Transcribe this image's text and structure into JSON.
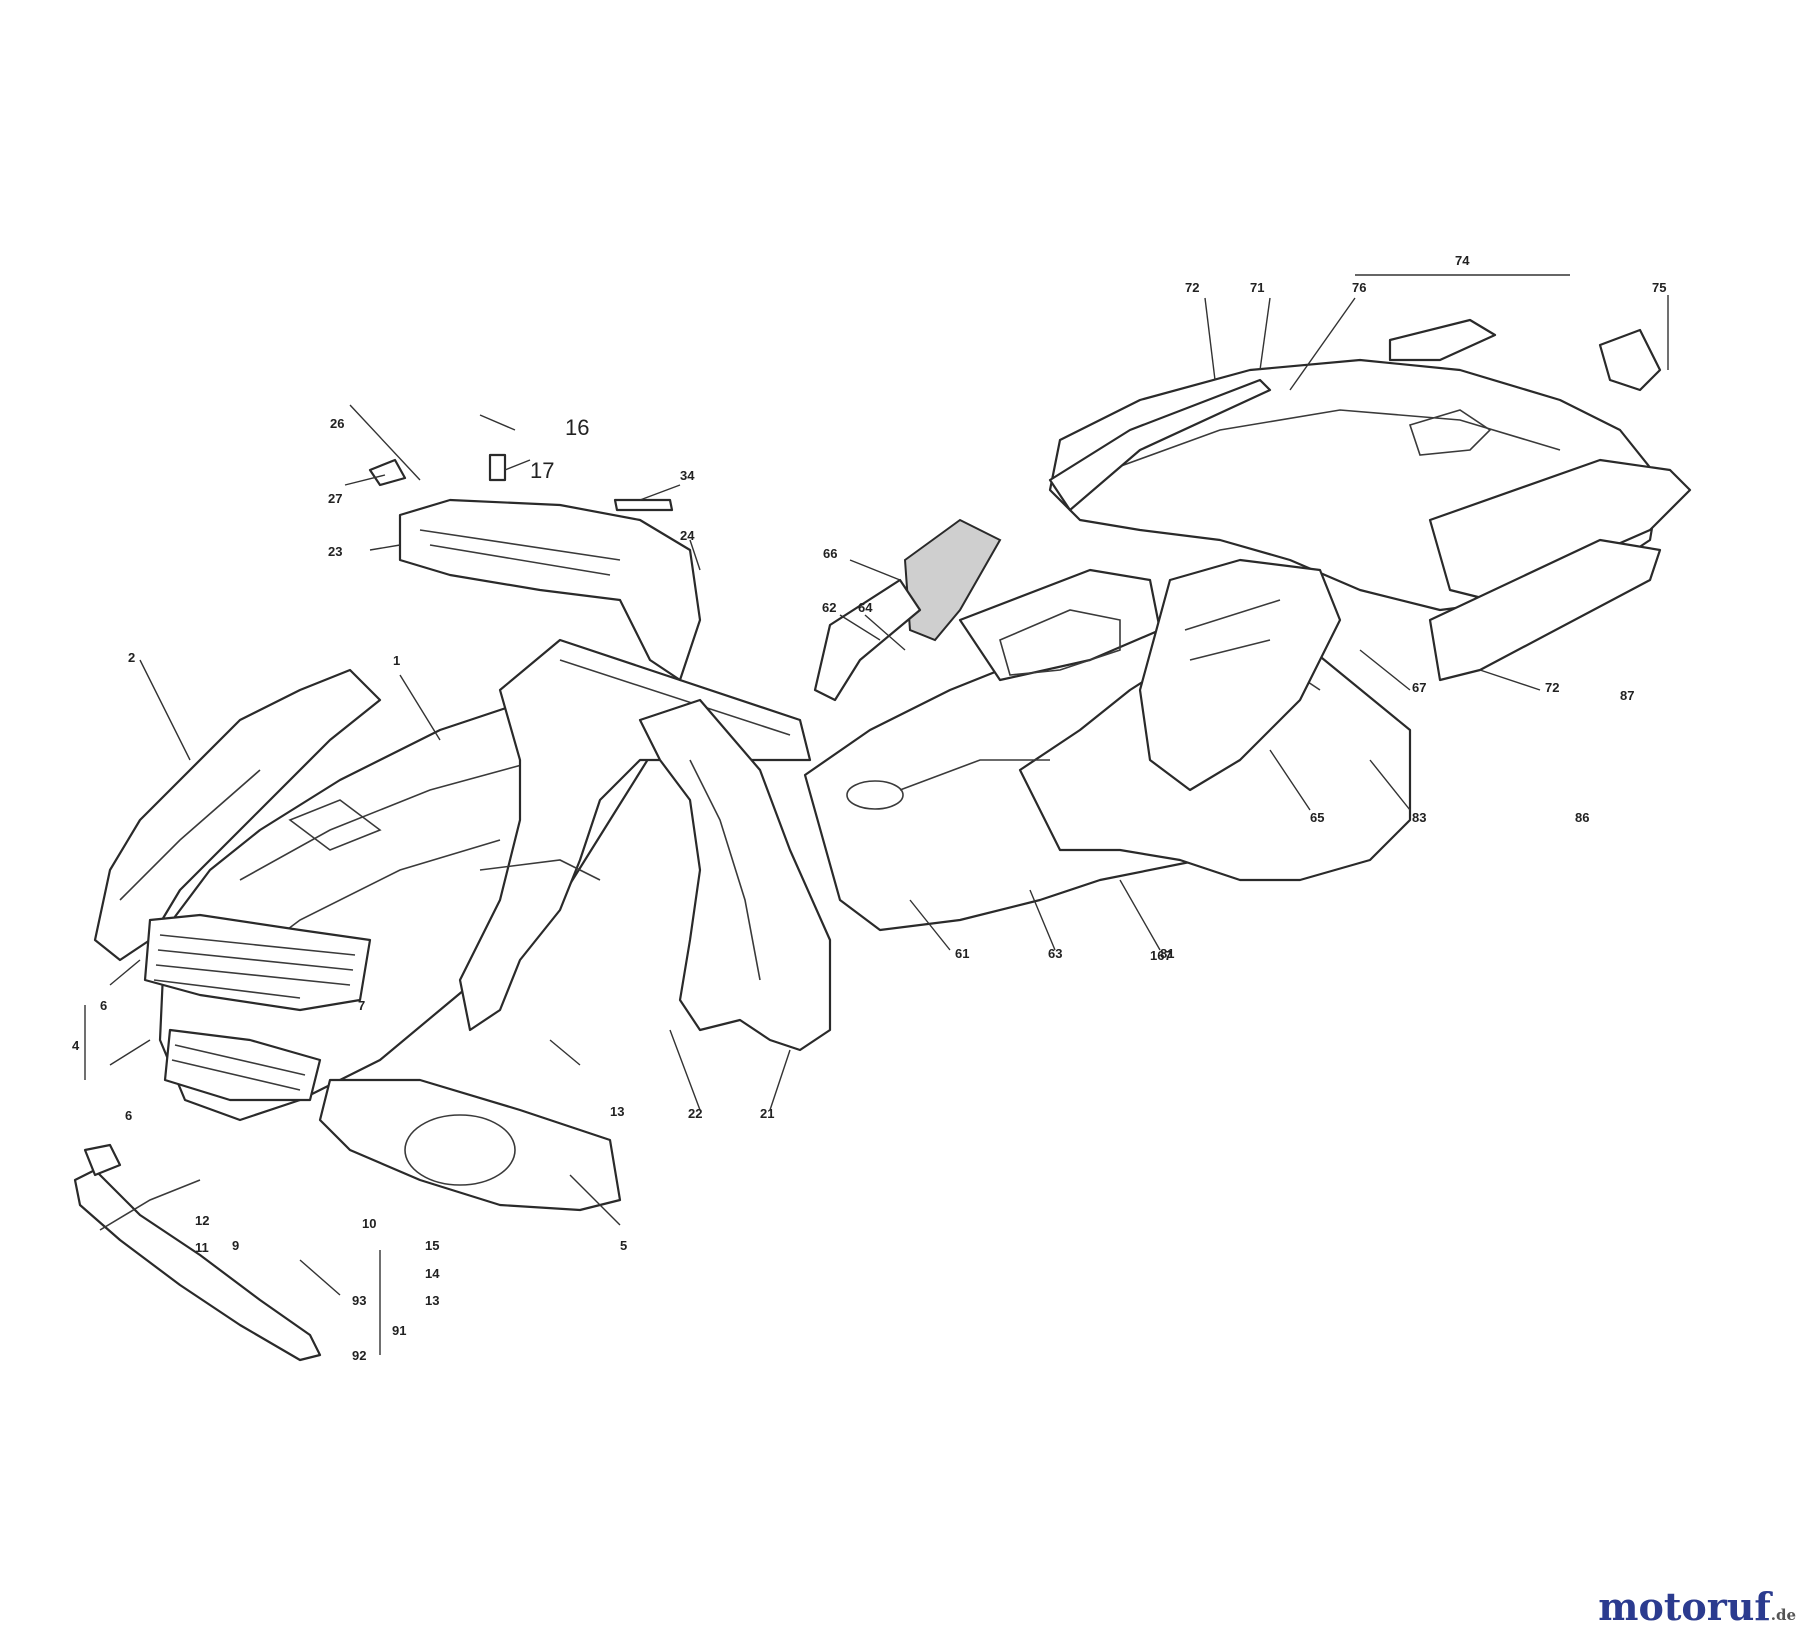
{
  "watermark": {
    "text": "motoruf",
    "tld": ".de"
  },
  "colors": {
    "line": "#2a2a2a",
    "grey_part": "#cfcfcf",
    "brand_blue": "#2b3b8f",
    "brand_red": "#d83a2c"
  },
  "callouts": {
    "c1": "1",
    "c2": "2",
    "c4": "4",
    "c5": "5",
    "c6a": "6",
    "c6b": "6",
    "c7": "7",
    "c9": "9",
    "c10": "10",
    "c11": "11",
    "c12": "12",
    "c13": "13",
    "c13b": "13",
    "c14": "14",
    "c15": "15",
    "c16": "16",
    "c17": "17",
    "c21": "21",
    "c22": "22",
    "c23": "23",
    "c24": "24",
    "c26": "26",
    "c27": "27",
    "c34": "34",
    "c61": "61",
    "c62": "62",
    "c63": "63",
    "c64": "64",
    "c65": "65",
    "c66": "66",
    "c67": "67",
    "c71": "71",
    "c72a": "72",
    "c72b": "72",
    "c74": "74",
    "c75": "75",
    "c76": "76",
    "c81": "81",
    "c83": "83",
    "c86": "86",
    "c87": "87",
    "c91": "91",
    "c92": "92",
    "c93": "93",
    "c167": "167"
  }
}
